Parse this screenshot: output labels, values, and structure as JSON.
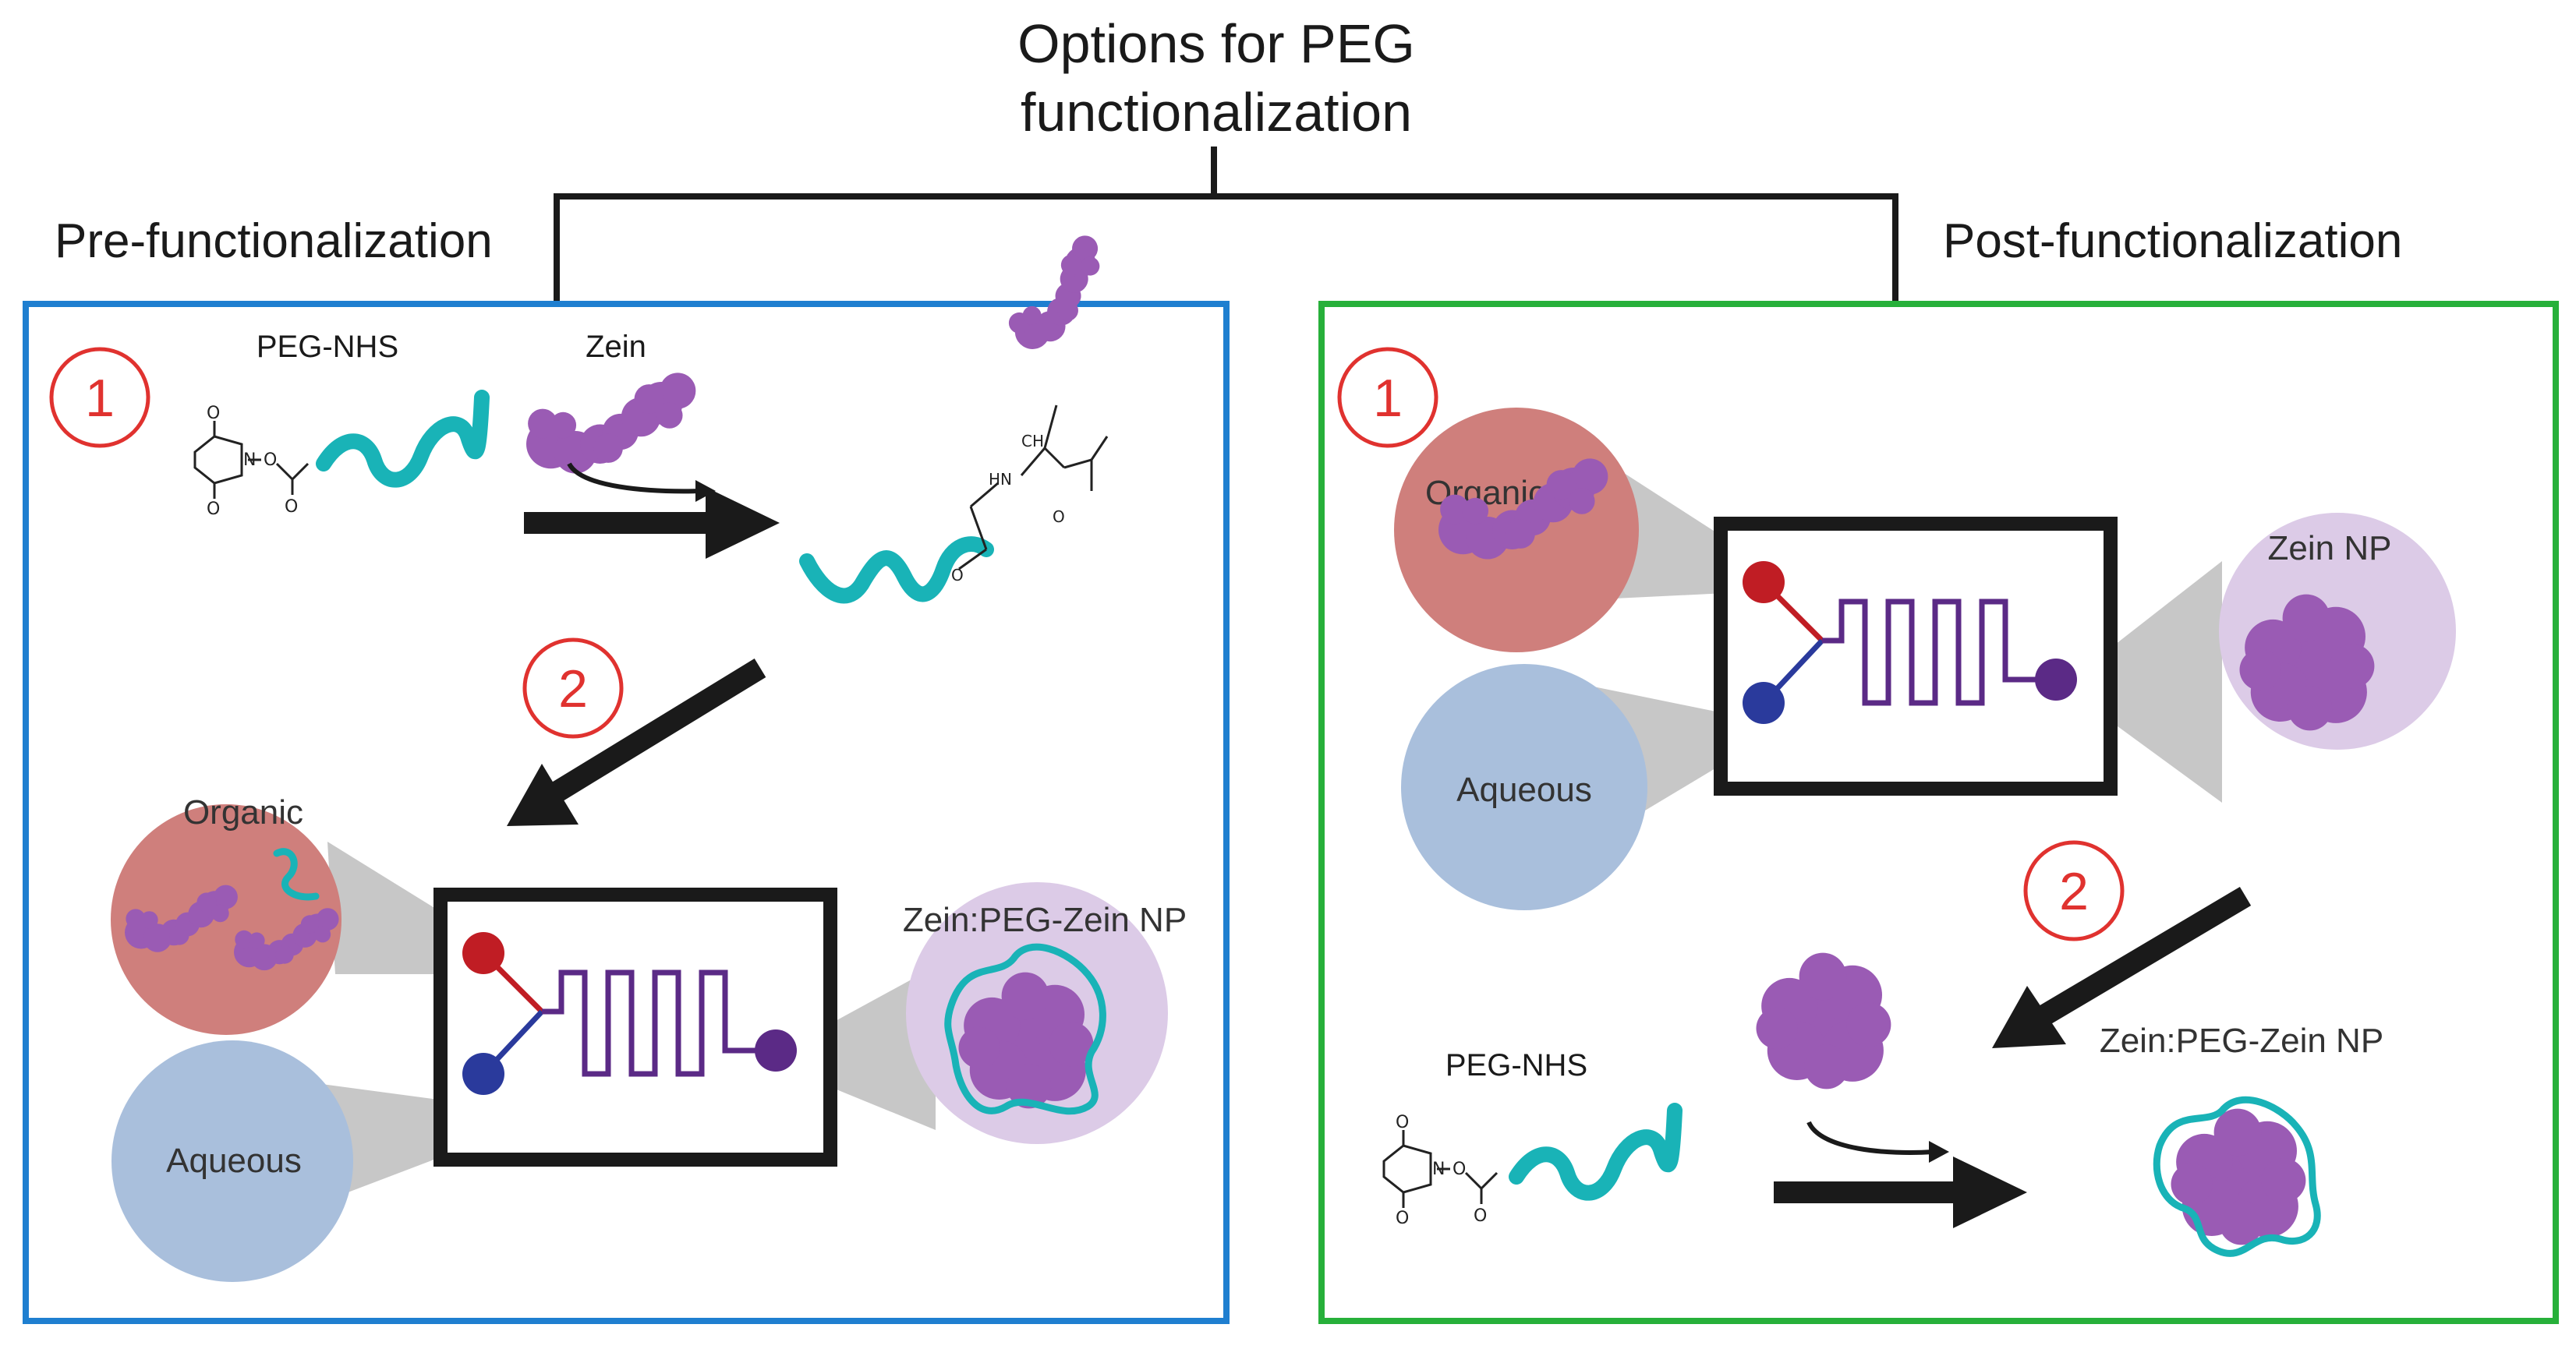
{
  "title": {
    "line1": "Options for PEG",
    "line2": "functionalization"
  },
  "pre": {
    "heading": "Pre-functionalization",
    "step1": "1",
    "step2": "2",
    "peg_nhs": "PEG-NHS",
    "zein": "Zein",
    "organic": "Organic",
    "aqueous": "Aqueous",
    "product": "Zein:PEG-Zein NP",
    "chem": {
      "n": "N",
      "o": "O",
      "hn": "HN",
      "ch": "CH"
    }
  },
  "post": {
    "heading": "Post-functionalization",
    "step1": "1",
    "step2": "2",
    "organic": "Organic",
    "aqueous": "Aqueous",
    "zein_np": "Zein NP",
    "peg_nhs": "PEG-NHS",
    "product": "Zein:PEG-Zein NP"
  },
  "colors": {
    "pre_border": "#1f7fd0",
    "post_border": "#27b03a",
    "step_circle": "#e0322f",
    "peg": "#19b3b7",
    "zein": "#9a5bb4",
    "organic": "#cf7f7c",
    "aqueous": "#a9bfdc",
    "np_bubble": "#dccbe7",
    "red_inlet": "#c01d24",
    "blue_inlet": "#2a3a9c",
    "purple_outlet": "#5b2a86"
  },
  "icons": [
    "microfluidic-chip-icon",
    "arrow-icon",
    "zein-protein-icon",
    "peg-chain-icon",
    "nhs-ester-icon",
    "nanoparticle-icon"
  ]
}
